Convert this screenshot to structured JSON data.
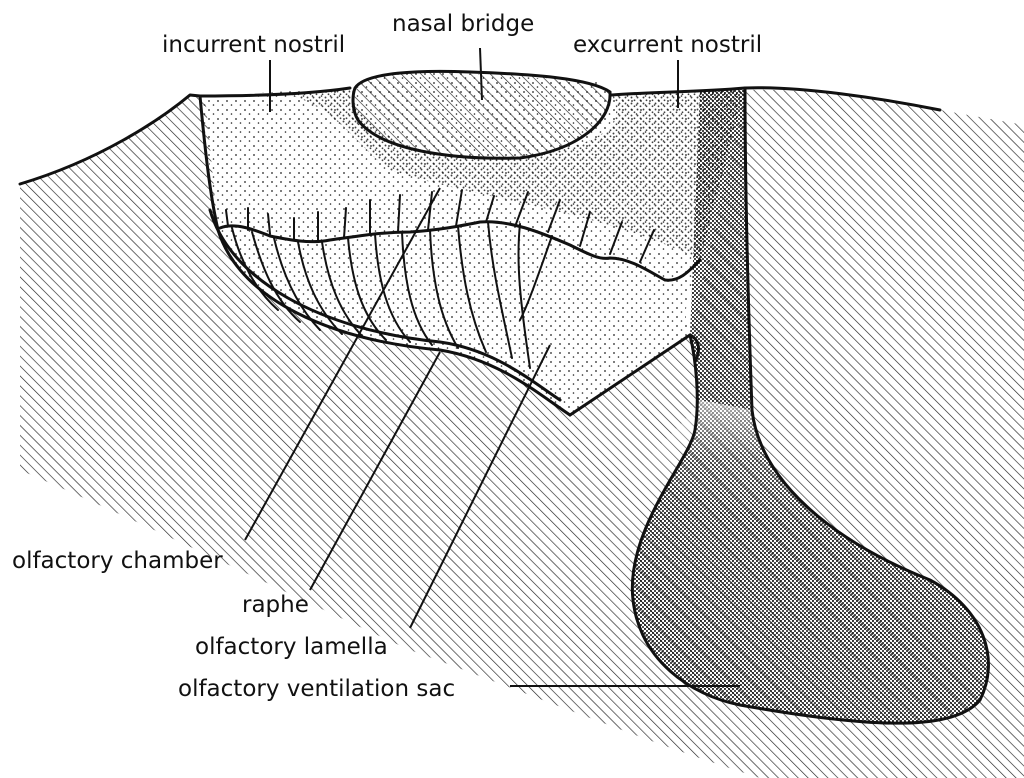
{
  "labels": {
    "incurrent_nostril": "incurrent nostril",
    "nasal_bridge": "nasal bridge",
    "excurrent_nostril": "excurrent nostril",
    "olfactory_chamber": "olfactory chamber",
    "raphe": "raphe",
    "olfactory_lamella": "olfactory lamella",
    "olfactory_ventilation_sac": "olfactory ventilation sac"
  },
  "colors": {
    "ink": "#111111",
    "paper": "#ffffff"
  }
}
